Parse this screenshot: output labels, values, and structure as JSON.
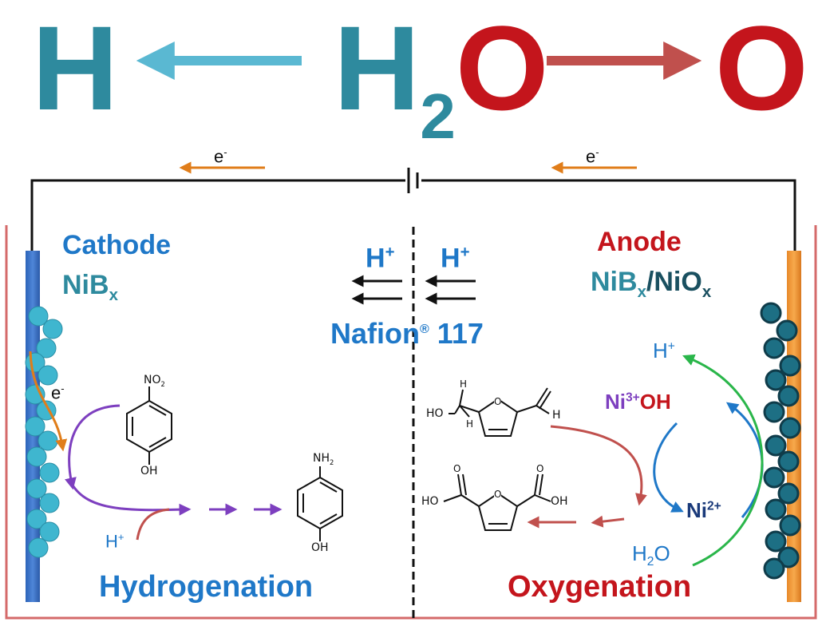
{
  "header": {
    "h": "H",
    "h2": "H",
    "sub2": "2",
    "o_mid": "O",
    "o_right": "O"
  },
  "circuit": {
    "electron_left": "e",
    "electron_right": "e",
    "electron_sup": "-"
  },
  "cathode": {
    "title": "Cathode",
    "material": "NiB",
    "material_sub": "x",
    "electron": "e",
    "electron_sup": "-",
    "process": "Hydrogenation",
    "proton": "H",
    "proton_sup": "+"
  },
  "anode": {
    "title": "Anode",
    "material_a": "NiB",
    "material_a_sub": "x",
    "slash": "/",
    "material_b": "NiO",
    "material_b_sub": "x",
    "process": "Oxygenation",
    "proton": "H",
    "proton_sup": "+",
    "ni3": "Ni",
    "ni3_sup": "3+",
    "ni3_oh": "OH",
    "ni2": "Ni",
    "ni2_sup": "2+",
    "water_h": "H",
    "water_sub": "2",
    "water_o": "O"
  },
  "membrane": {
    "proton_left": "H",
    "proton_right": "H",
    "proton_sup": "+",
    "name": "Nafion",
    "reg": "®",
    "model": " 117"
  },
  "molecules": {
    "nitrophenol_top": "NO",
    "nitrophenol_top_sub": "2",
    "nitrophenol_bottom": "OH",
    "aminophenol_top": "NH",
    "aminophenol_top_sub": "2",
    "aminophenol_bottom": "OH",
    "hmf_ho": "HO",
    "hmf_h1": "H",
    "hmf_h2": "H",
    "hmf_h3": "H",
    "hmf_o": "O",
    "fdca_ho": "HO",
    "fdca_oh": "OH",
    "fdca_o": "O"
  },
  "colors": {
    "teal": "#2e8a9e",
    "cyan": "#5ab8d2",
    "red": "#c4151c",
    "blue": "#1f78c8",
    "orange": "#e07d1a",
    "purple": "#7d3fbf",
    "green": "#2ab64a",
    "tank": "#d46a6a"
  }
}
